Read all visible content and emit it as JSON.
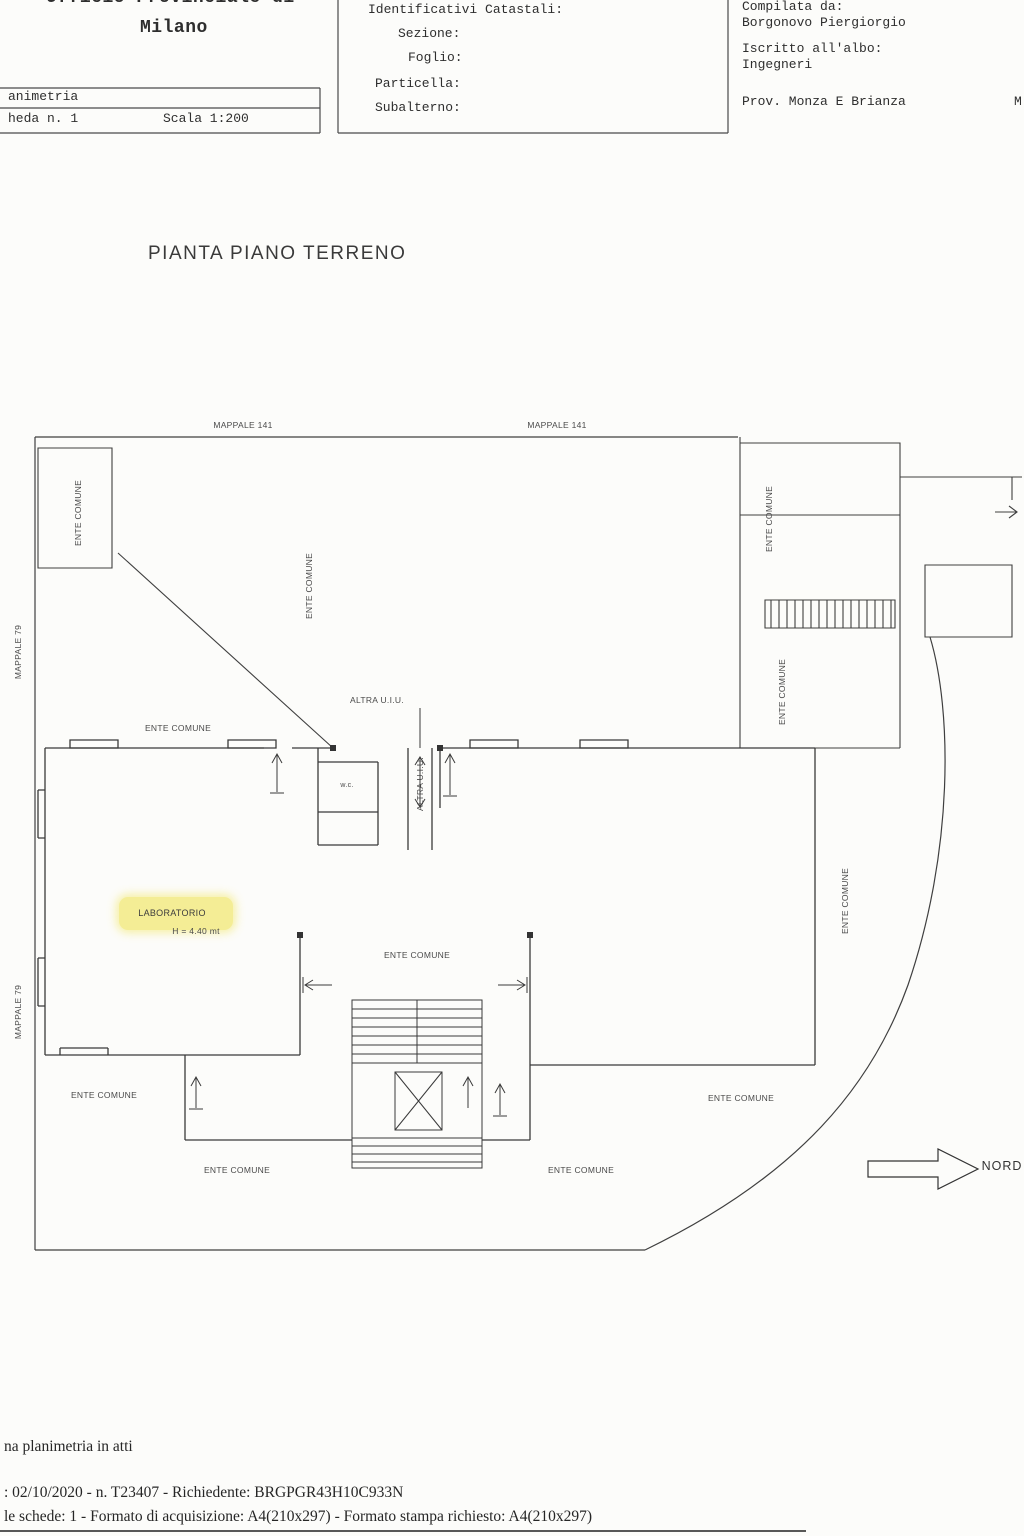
{
  "header": {
    "office_top": "Ufficio Provinciale di",
    "office_city": "Milano",
    "left_table": {
      "row1": "animetria",
      "row2_col1": "heda n. 1",
      "row2_col2": "Scala 1:200"
    },
    "catastali": {
      "title": "Identificativi Catastali:",
      "sezione": "Sezione:",
      "foglio": "Foglio:",
      "particella": "Particella:",
      "subalterno": "Subalterno:"
    },
    "right": {
      "compilata_label": "Compilata da:",
      "compilata_name": "Borgonovo Piergiorgio",
      "albo_label": "Iscritto all'albo:",
      "albo_value": "Ingegneri",
      "provincia": "Prov. Monza E Brianza",
      "edge_cut": "M"
    }
  },
  "title": "PIANTA PIANO TERRENO",
  "plan": {
    "mappale_141": "MAPPALE 141",
    "mappale_79": "MAPPALE 79",
    "ente_comune": "ENTE COMUNE",
    "altra_uiu": "ALTRA U.I.U.",
    "wc": "w.c.",
    "laboratorio": "LABORATORIO",
    "altezza": "H = 4.40 mt",
    "nord": "NORD"
  },
  "footer": {
    "line1": "na planimetria in atti",
    "line2": ": 02/10/2020 - n. T23407 - Richiedente: BRGPGR43H10C933N",
    "line3": "le schede: 1 - Formato di acquisizione: A4(210x297)  - Formato stampa richiesto: A4(210x297)"
  }
}
